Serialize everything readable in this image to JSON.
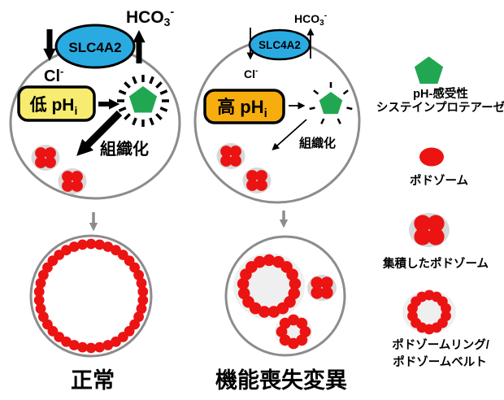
{
  "colors": {
    "blue": "#29ABE2",
    "yellow": "#F7EC6F",
    "orange": "#F8AD0E",
    "green": "#21A751",
    "red": "#EC1313",
    "gray": "#8C8C8C",
    "cluster_bg": "#D8D8D8",
    "ring_bg": "#EFEFEF",
    "black": "#000000",
    "white": "#FFFFFF"
  },
  "left_cell": {
    "hco3_main": "HCO",
    "hco3_sub": "3",
    "hco3_sup": "-",
    "transporter": "SLC4A2",
    "cl_main": "Cl",
    "cl_sup": "-",
    "ph_main": "低 pH",
    "ph_sub": "i",
    "organize": "組織化"
  },
  "mid_cell": {
    "hco3_main": "HCO",
    "hco3_sub": "3",
    "hco3_sup": "-",
    "transporter": "SLC4A2",
    "cl_main": "Cl",
    "cl_sup": "-",
    "ph_main": "高 pH",
    "ph_sub": "i",
    "organize": "組織化"
  },
  "legend": {
    "protease_line1": "pH-感受性",
    "protease_line2": "システインプロテアーゼ",
    "podosome": "ポドゾーム",
    "clustered": "集積したポドゾーム",
    "ring_line1": "ポドゾームリング/",
    "ring_line2": "ポドゾームベルト"
  },
  "bottom": {
    "normal_label": "正常",
    "mutant_label": "機能喪失変異"
  }
}
